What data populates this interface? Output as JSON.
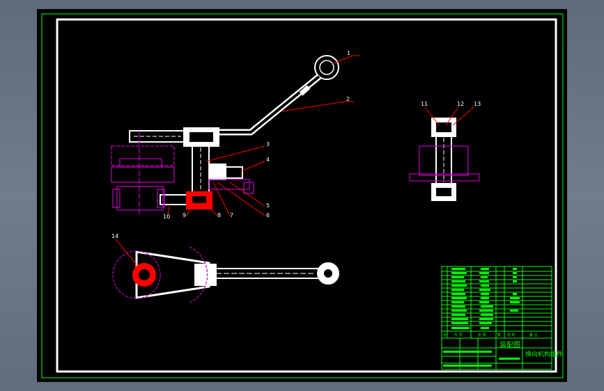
{
  "colors": {
    "background": "#000000",
    "sheet_border": "#ffffff",
    "outer_frame": "#00ff00",
    "part_outline": "#ffffff",
    "leader_line": "#ff0000",
    "hidden_part": "#c000c0",
    "title_block": "#00ff00"
  },
  "drawing": {
    "part_numbers": [
      "1",
      "2",
      "3",
      "4",
      "5",
      "6",
      "7",
      "8",
      "9",
      "10",
      "11",
      "12",
      "13",
      "14"
    ]
  },
  "title_block": {
    "drawing_title": "装配图",
    "part_name": "换向机构组件",
    "header_cols": [
      "序",
      "代 号",
      "名 称",
      "数",
      "材 料",
      "备 注"
    ]
  }
}
